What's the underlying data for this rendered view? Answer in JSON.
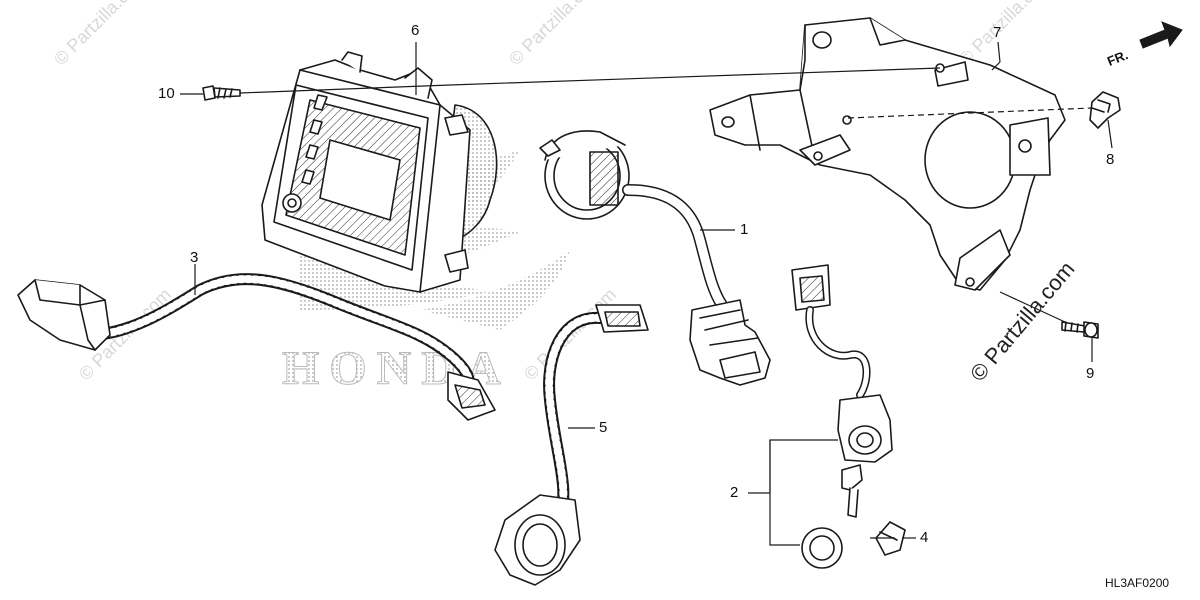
{
  "watermarks": {
    "small": "© Partzilla.com",
    "large": "© Partzilla.com"
  },
  "direction_label": "FR.",
  "diagram_code": "HL3AF0200",
  "callouts": {
    "c1": "1",
    "c2": "2",
    "c3": "3",
    "c4": "4",
    "c5": "5",
    "c6": "6",
    "c7": "7",
    "c8": "8",
    "c9": "9",
    "c10": "10"
  },
  "colors": {
    "line": "#1a1a1a",
    "watermark": "#d8d8d8",
    "logo_dots": "#b0b0b0"
  }
}
